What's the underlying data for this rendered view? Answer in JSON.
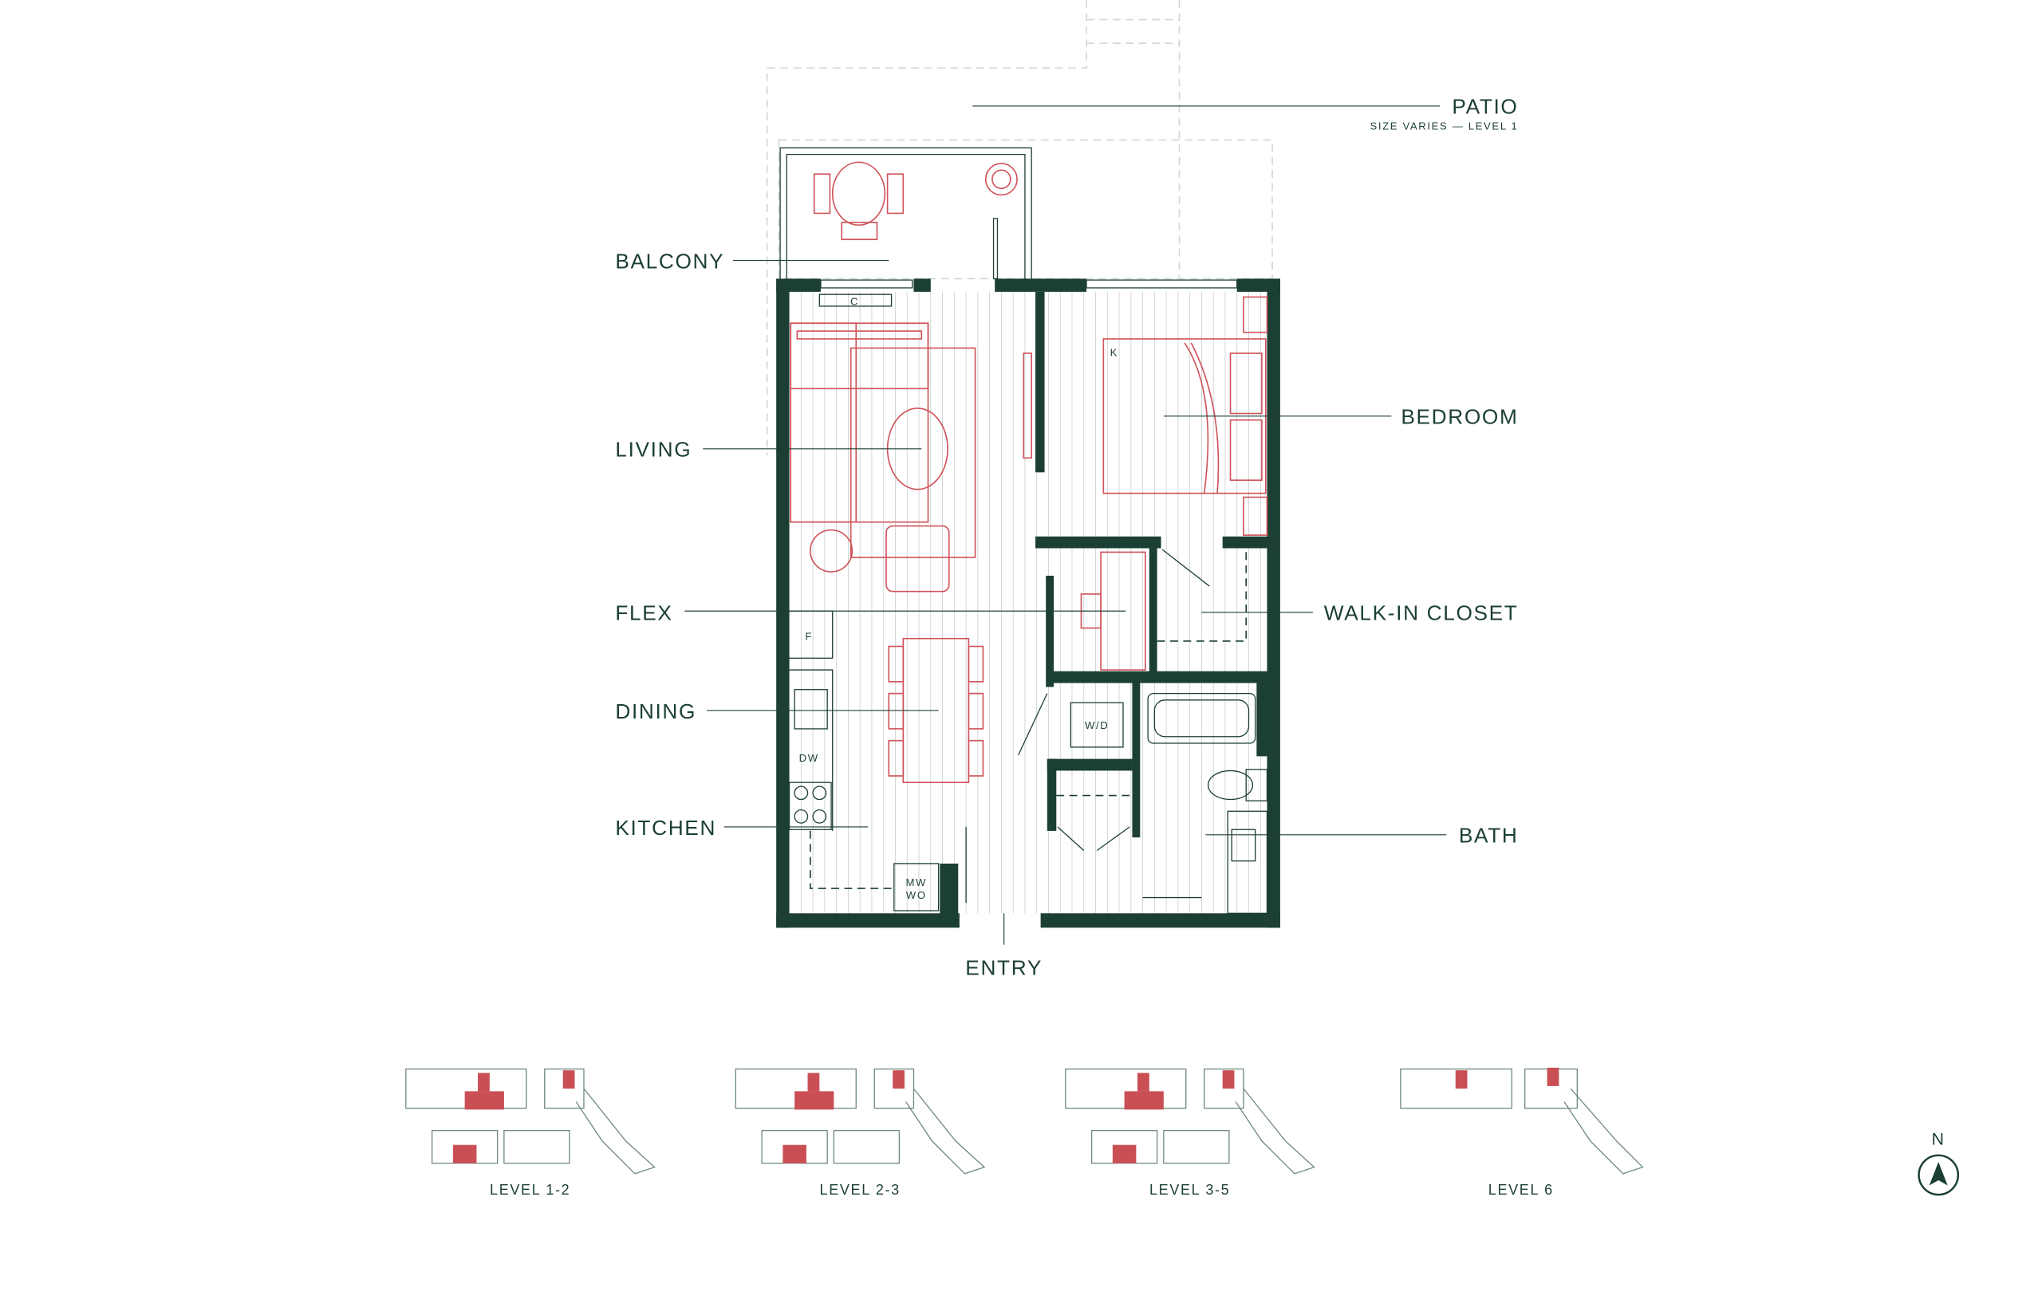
{
  "colors": {
    "wall": "#1c3f33",
    "furniture": "#d0535a",
    "highlight": "#c94f55"
  },
  "rooms": {
    "patio": "PATIO",
    "patio_note": "SIZE VARIES — LEVEL 1",
    "balcony": "BALCONY",
    "living": "LIVING",
    "flex": "FLEX",
    "dining": "DINING",
    "kitchen": "KITCHEN",
    "bedroom": "BEDROOM",
    "walk_in_closet": "WALK-IN CLOSET",
    "bath": "BATH",
    "entry": "ENTRY"
  },
  "fixtures": {
    "closet": "C",
    "king_bed": "K",
    "fridge": "F",
    "dishwasher": "DW",
    "washer_dryer": "W/D",
    "microwave": "MW",
    "wall_oven": "WO"
  },
  "key_plans": [
    {
      "label": "LEVEL 1-2"
    },
    {
      "label": "LEVEL 2-3"
    },
    {
      "label": "LEVEL 3-5"
    },
    {
      "label": "LEVEL 6"
    }
  ],
  "compass": {
    "label": "N"
  }
}
